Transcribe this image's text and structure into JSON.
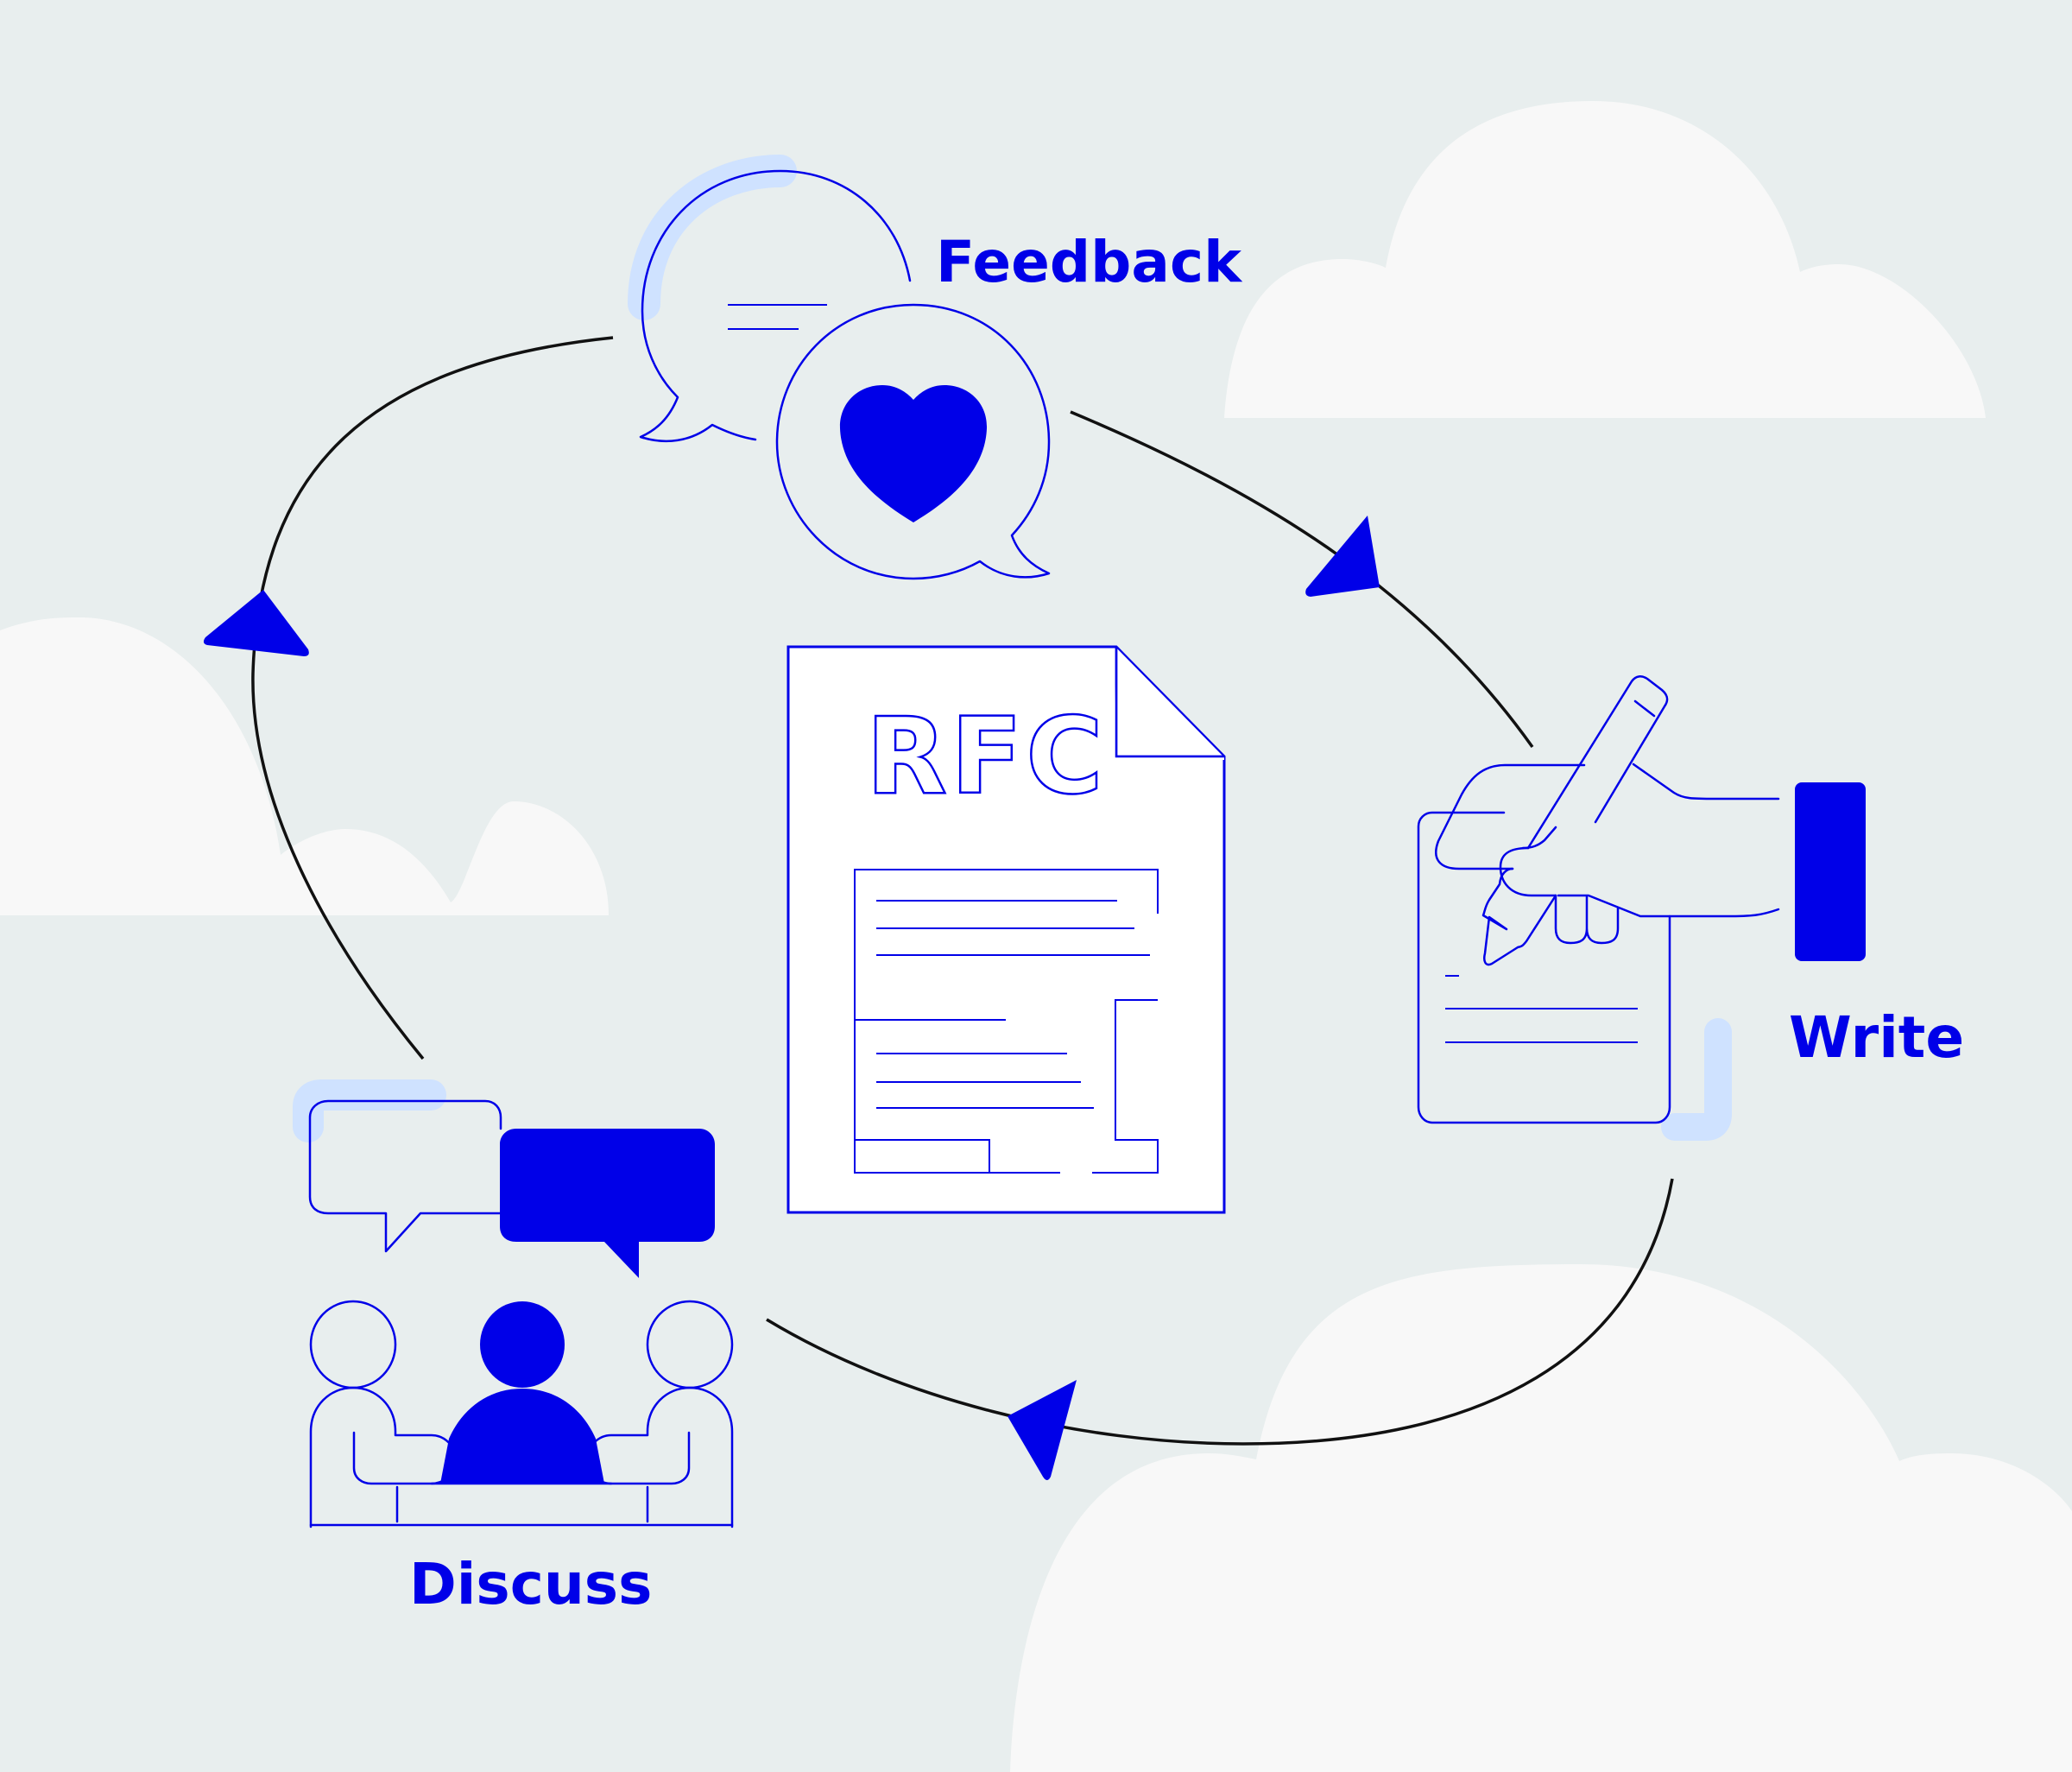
{
  "diagram": {
    "title": "RFC process cycle",
    "center_document": {
      "label": "RFC"
    },
    "stages": [
      {
        "id": "feedback",
        "label": "Feedback",
        "icon": "speech-bubbles-heart-icon"
      },
      {
        "id": "write",
        "label": "Write",
        "icon": "hand-writing-pencil-icon"
      },
      {
        "id": "discuss",
        "label": "Discuss",
        "icon": "people-meeting-icon"
      }
    ],
    "flow": [
      {
        "from": "Feedback",
        "to": "Write"
      },
      {
        "from": "Write",
        "to": "Discuss"
      },
      {
        "from": "Discuss",
        "to": "Feedback"
      }
    ],
    "colors": {
      "background": "#E8EEEE",
      "accent": "#0000E8",
      "highlight": "#CFE2FF",
      "cloud": "#F8F8F8",
      "connector": "#111111"
    }
  }
}
